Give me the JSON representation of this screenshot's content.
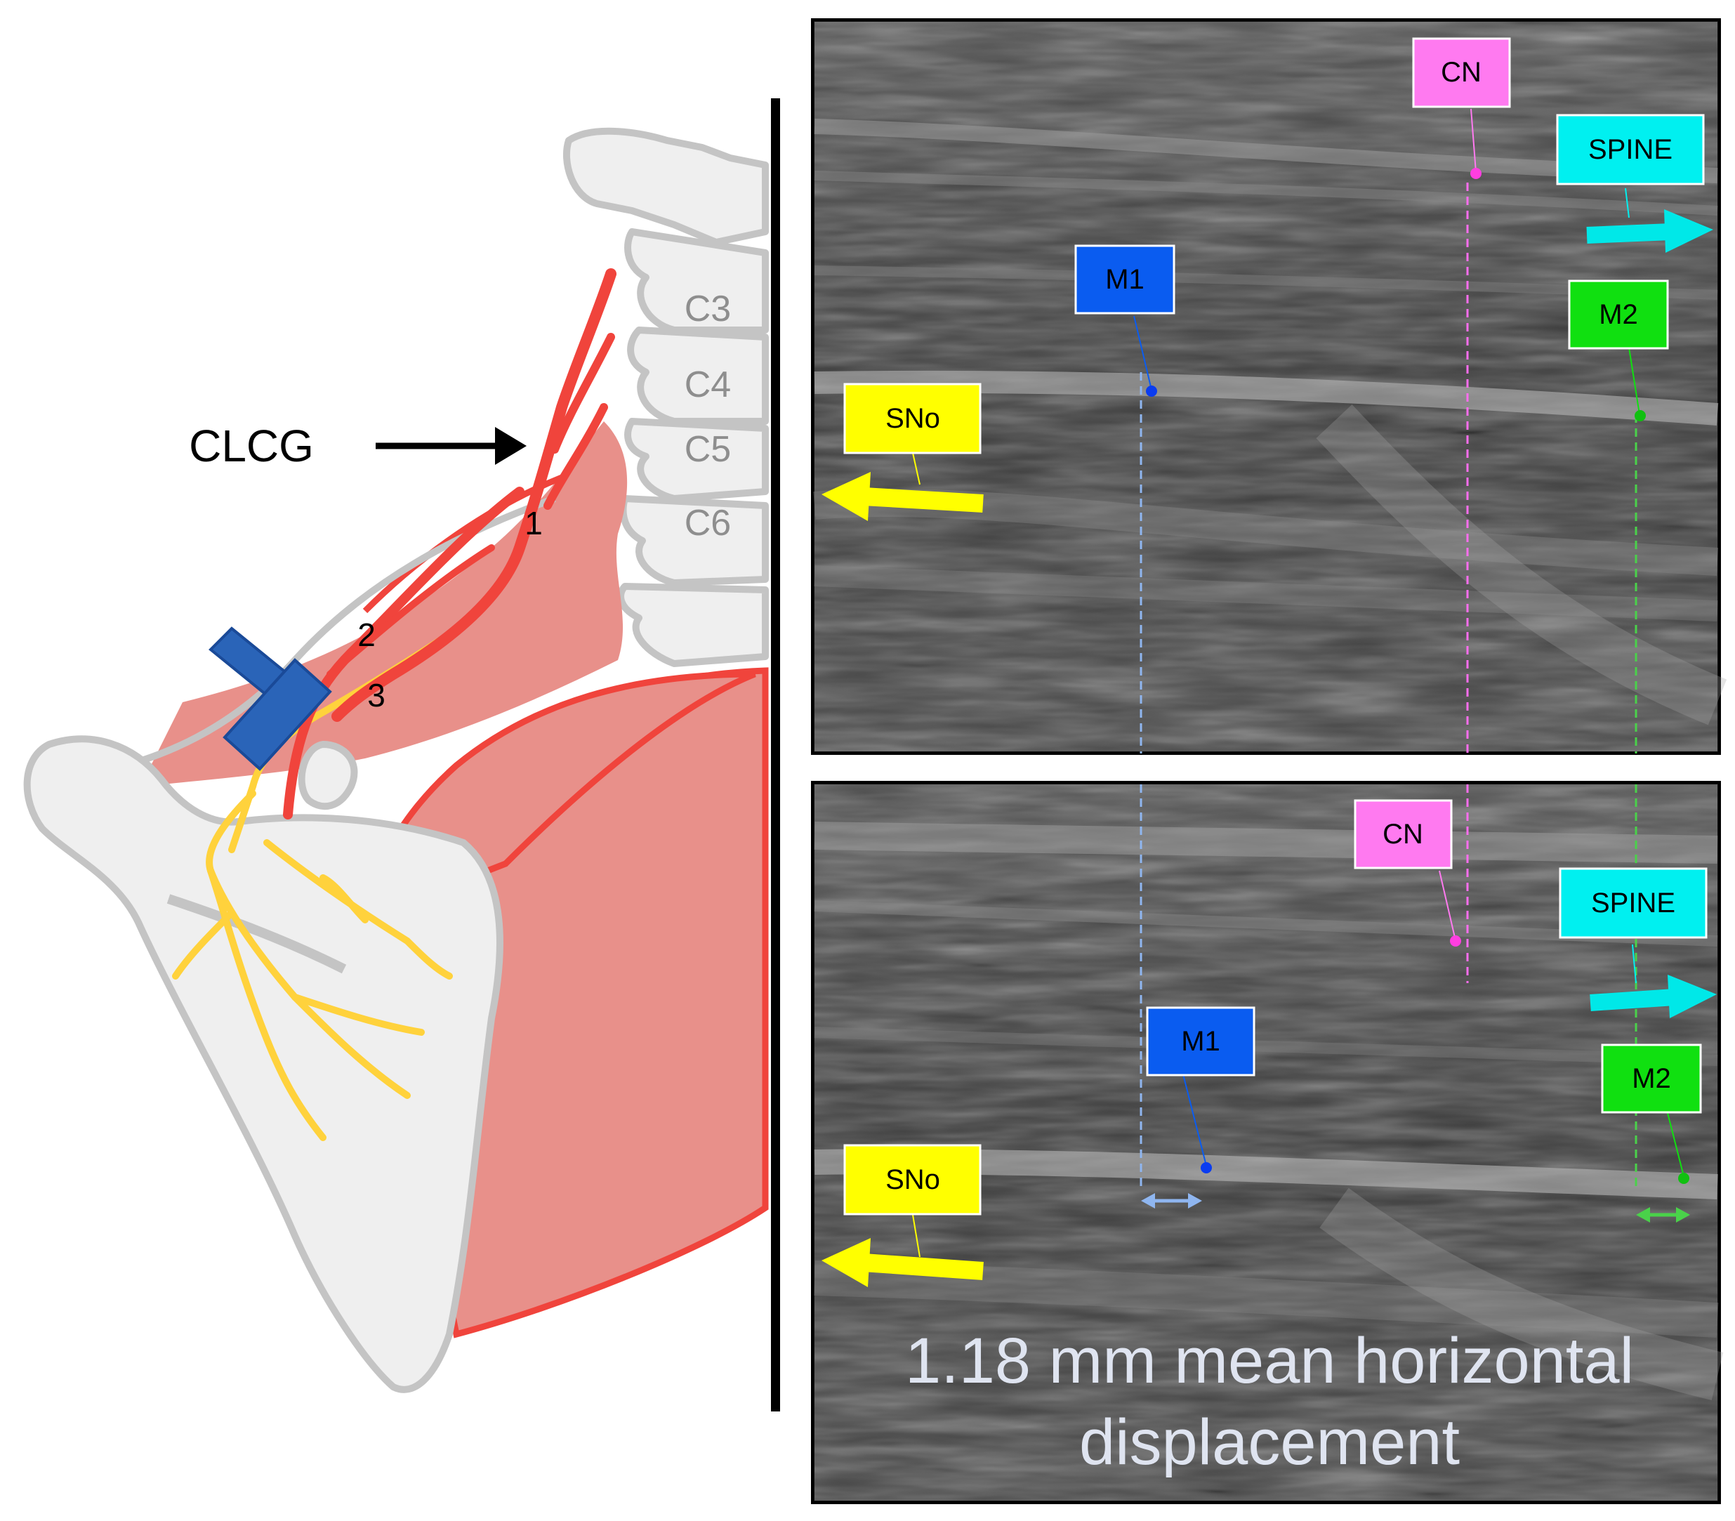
{
  "diagram": {
    "left_label": "CLCG",
    "vertebrae": [
      "C3",
      "C4",
      "C5",
      "C6"
    ],
    "branch_numbers": [
      "1",
      "2",
      "3"
    ]
  },
  "panel_top": {
    "labels": {
      "cn": "CN",
      "spine": "SPINE",
      "m1": "M1",
      "m2": "M2",
      "sno": "SNo"
    }
  },
  "panel_bottom": {
    "labels": {
      "cn": "CN",
      "spine": "SPINE",
      "m1": "M1",
      "m2": "M2",
      "sno": "SNo"
    },
    "caption_line1": "1.18 mm  mean  horizontal",
    "caption_line2": "displacement"
  },
  "colors": {
    "muscle": "#e8908a",
    "nerve_red": "#f0443c",
    "nerve_yellow": "#ffd23c",
    "probe": "#2a64b8",
    "bone": "#efefef",
    "label_cn": "#ff7af0",
    "label_spine": "#00f0f0",
    "label_m1": "#0a5cf0",
    "label_m2": "#10e010",
    "label_sno": "#ffff00"
  }
}
